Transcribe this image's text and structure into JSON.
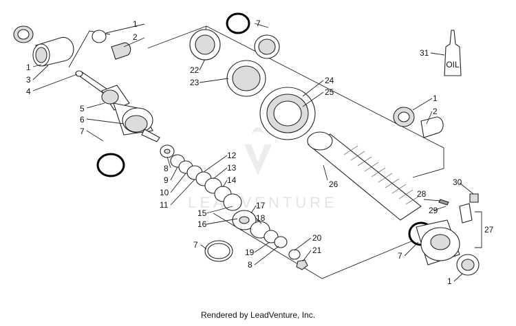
{
  "diagram": {
    "watermark": "LEADVENTURE",
    "footer": "Rendered by LeadVenture, Inc.",
    "oil_bottle_label": "OIL",
    "callouts": [
      "1",
      "2",
      "1",
      "3",
      "4",
      "5",
      "6",
      "7",
      "8",
      "9",
      "10",
      "11",
      "12",
      "13",
      "14",
      "15",
      "16",
      "17",
      "18",
      "19",
      "8",
      "20",
      "21",
      "7",
      "7",
      "22",
      "23",
      "24",
      "25",
      "26",
      "31",
      "1",
      "2",
      "28",
      "29",
      "30",
      "27",
      "7",
      "1"
    ]
  }
}
